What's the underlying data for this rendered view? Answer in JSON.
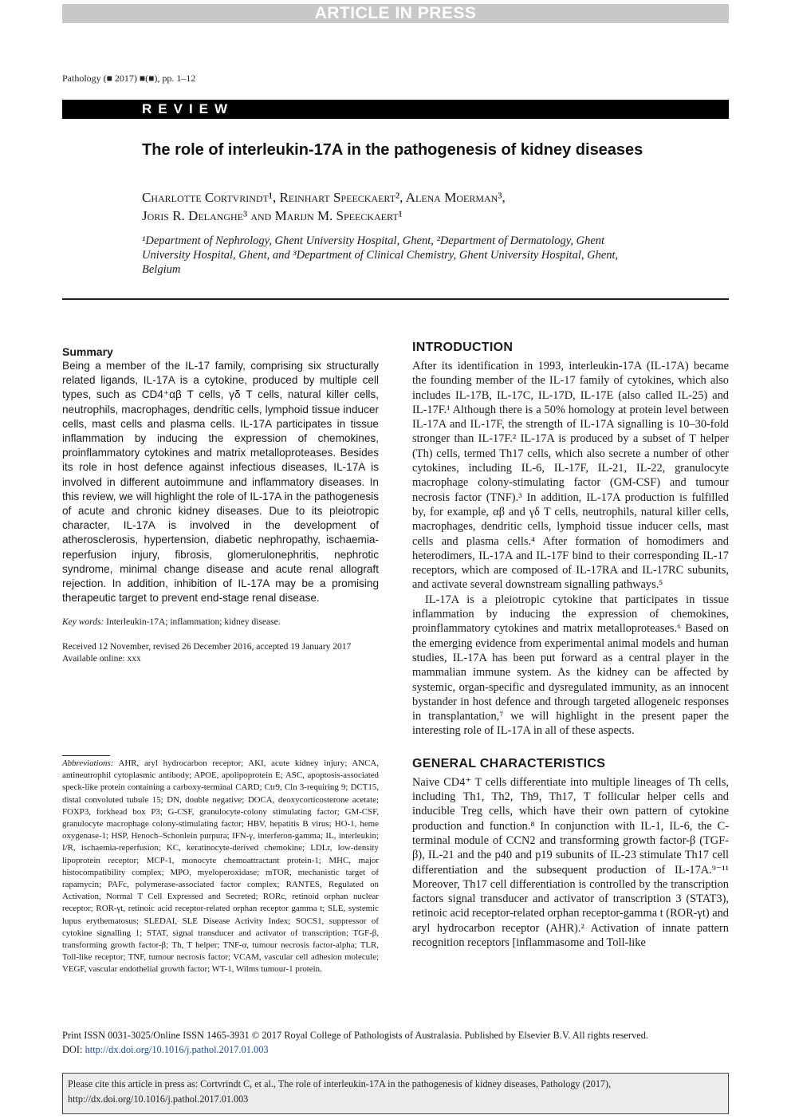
{
  "banner": "ARTICLE IN PRESS",
  "journal_line": "Pathology (■ 2017) ■(■), pp. 1–12",
  "section_label": "REVIEW",
  "title": "The role of interleukin-17A in the pathogenesis of kidney diseases",
  "authors_line1": "Charlotte Cortvrindt¹, Reinhart Speeckaert², Alena Moerman³,",
  "authors_line2": "Joris R. Delanghe³ and Marijn M. Speeckaert¹",
  "affiliations": "¹Department of Nephrology, Ghent University Hospital, Ghent, ²Department of Dermatology, Ghent University Hospital, Ghent, and ³Department of Clinical Chemistry, Ghent University Hospital, Ghent, Belgium",
  "summary": {
    "heading": "Summary",
    "text": "Being a member of the IL-17 family, comprising six structurally related ligands, IL-17A is a cytokine, produced by multiple cell types, such as CD4⁺αβ T cells, γδ T cells, natural killer cells, neutrophils, macrophages, dendritic cells, lymphoid tissue inducer cells, mast cells and plasma cells. IL-17A participates in tissue inflammation by inducing the expression of chemokines, proinflammatory cytokines and matrix metalloproteases. Besides its role in host defence against infectious diseases, IL-17A is involved in different autoimmune and inflammatory diseases. In this review, we will highlight the role of IL-17A in the pathogenesis of acute and chronic kidney diseases. Due to its pleiotropic character, IL-17A is involved in the development of atherosclerosis, hypertension, diabetic nephropathy, ischaemia-reperfusion injury, fibrosis, glomerulonephritis, nephrotic syndrome, minimal change disease and acute renal allograft rejection. In addition, inhibition of IL-17A may be a promising therapeutic target to prevent end-stage renal disease."
  },
  "keywords": {
    "label": "Key words:",
    "text": "Interleukin-17A; inflammation; kidney disease."
  },
  "dates": {
    "received": "Received 12 November, revised 26 December 2016, accepted 19 January 2017",
    "online": "Available online: xxx"
  },
  "abbreviations": {
    "label": "Abbreviations:",
    "text": "AHR, aryl hydrocarbon receptor; AKI, acute kidney injury; ANCA, antineutrophil cytoplasmic antibody; APOE, apolipoprotein E; ASC, apoptosis-associated speck-like protein containing a carboxy-terminal CARD; Ctr9, Cln 3-requiring 9; DCT15, distal convoluted tubule 15; DN, double negative; DOCA, deoxycorticosterone acetate; FOXP3, forkhead box P3; G-CSF, granulocyte-colony stimulating factor; GM-CSF, granulocyte macrophage colony-stimulating factor; HBV, hepatitis B virus; HO-1, heme oxygenase-1; HSP, Henoch–Schonlein purpura; IFN-γ, interferon-gamma; IL, interleukin; I/R, ischaemia-reperfusion; KC, keratinocyte-derived chemokine; LDLr, low-density lipoprotein receptor; MCP-1, monocyte chemoattractant protein-1; MHC, major histocompatibility complex; MPO, myeloperoxidase; mTOR, mechanistic target of rapamycin; PAFc, polymerase-associated factor complex; RANTES, Regulated on Activation, Normal T Cell Expressed and Secreted; RORc, retinoid orphan nuclear receptor; ROR-γt, retinoic acid receptor-related orphan receptor gamma t; SLE, systemic lupus erythematosus; SLEDAI, SLE Disease Activity Index; SOCS1, suppressor of cytokine signalling 1; STAT, signal transducer and activator of transcription; TGF-β, transforming growth factor-β; Th, T helper; TNF-α, tumour necrosis factor-alpha; TLR, Toll-like receptor; TNF, tumour necrosis factor; VCAM, vascular cell adhesion molecule; VEGF, vascular endothelial growth factor; WT-1, Wilms tumour-1 protein."
  },
  "introduction": {
    "heading": "INTRODUCTION",
    "p1": "After its identification in 1993, interleukin-17A (IL-17A) became the founding member of the IL-17 family of cytokines, which also includes IL-17B, IL-17C, IL-17D, IL-17E (also called IL-25) and IL-17F.¹ Although there is a 50% homology at protein level between IL-17A and IL-17F, the strength of IL-17A signalling is 10–30-fold stronger than IL-17F.² IL-17A is produced by a subset of T helper (Th) cells, termed Th17 cells, which also secrete a number of other cytokines, including IL-6, IL-17F, IL-21, IL-22, granulocyte macrophage colony-stimulating factor (GM-CSF) and tumour necrosis factor (TNF).³ In addition, IL-17A production is fulfilled by, for example, αβ and γδ T cells, neutrophils, natural killer cells, macrophages, dendritic cells, lymphoid tissue inducer cells, mast cells and plasma cells.⁴ After formation of homodimers and heterodimers, IL-17A and IL-17F bind to their corresponding IL-17 receptors, which are composed of IL-17RA and IL-17RC subunits, and activate several downstream signalling pathways.⁵",
    "p2": "IL-17A is a pleiotropic cytokine that participates in tissue inflammation by inducing the expression of chemokines, proinflammatory cytokines and matrix metalloproteases.⁶ Based on the emerging evidence from experimental animal models and human studies, IL-17A has been put forward as a central player in the mammalian immune system. As the kidney can be affected by systemic, organ-specific and dysregulated immunity, as an innocent bystander in host defence and through targeted allogeneic responses in transplantation,⁷ we will highlight in the present paper the interesting role of IL-17A in all of these aspects."
  },
  "general": {
    "heading": "GENERAL CHARACTERISTICS",
    "p1": "Naive CD4⁺ T cells differentiate into multiple lineages of Th cells, including Th1, Th2, Th9, Th17, T follicular helper cells and inducible Treg cells, which have their own pattern of cytokine production and function.⁸ In conjunction with IL-1, IL-6, the C-terminal module of CCN2 and transforming growth factor-β (TGF-β), IL-21 and the p40 and p19 subunits of IL-23 stimulate Th17 cell differentiation and the subsequent production of IL-17A.⁹⁻¹¹ Moreover, Th17 cell differentiation is controlled by the transcription factors signal transducer and activator of transcription 3 (STAT3), retinoic acid receptor-related orphan receptor-gamma t (ROR-γt) and aryl hydrocarbon receptor (AHR).² Activation of innate pattern recognition receptors [inflammasome and Toll-like"
  },
  "footer": {
    "issn": "Print ISSN 0031-3025/Online ISSN 1465-3931 © 2017 Royal College of Pathologists of Australasia. Published by Elsevier B.V. All rights reserved.",
    "doi_label": "DOI:",
    "doi_link": "http://dx.doi.org/10.1016/j.pathol.2017.01.003"
  },
  "citation": "Please cite this article in press as: Cortvrindt C, et al., The role of interleukin-17A in the pathogenesis of kidney diseases, Pathology (2017), http://dx.doi.org/10.1016/j.pathol.2017.01.003"
}
